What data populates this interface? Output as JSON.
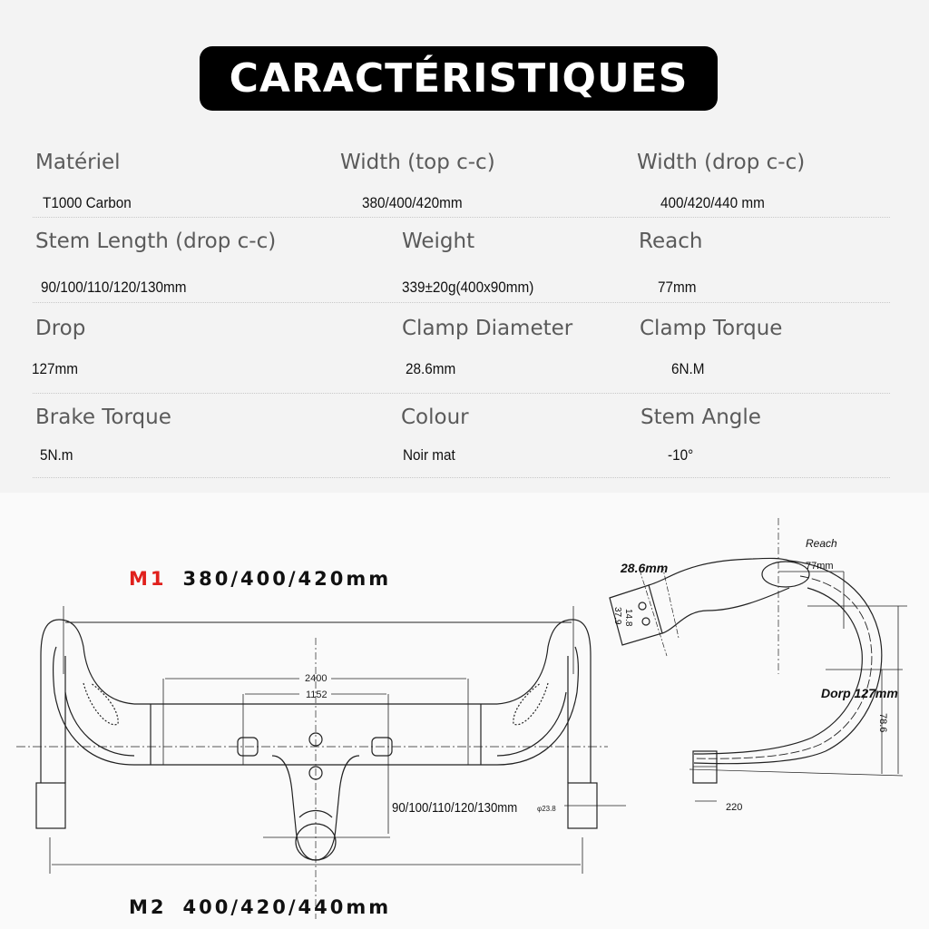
{
  "header": {
    "title": "CARACTÉRISTIQUES"
  },
  "specs": {
    "rows": [
      [
        {
          "label": "Matériel",
          "value": "T1000   Carbon"
        },
        {
          "label": "Width (top c-c)",
          "value": "380/400/420mm"
        },
        {
          "label": "Width (drop c-c)",
          "value": "400/420/440  mm"
        }
      ],
      [
        {
          "label": "Stem Length (drop c-c)",
          "value": "90/100/110/120/130mm"
        },
        {
          "label": "Weight",
          "value": "339±20g(400x90mm)"
        },
        {
          "label": "Reach",
          "value": "77mm"
        }
      ],
      [
        {
          "label": "Drop",
          "value": "127mm"
        },
        {
          "label": "Clamp Diameter",
          "value": "28.6mm"
        },
        {
          "label": "Clamp Torque",
          "value": "6N.M"
        }
      ],
      [
        {
          "label": "Brake Torque",
          "value": "5N.m"
        },
        {
          "label": "Colour",
          "value": "Noir mat"
        },
        {
          "label": "Stem  Angle",
          "value": "-10°"
        }
      ]
    ]
  },
  "drawing": {
    "front_view": {
      "m1": {
        "tag": "M1",
        "sizes": "380/400/420mm",
        "tag_color": "#e0201c"
      },
      "m2": {
        "tag": "M2",
        "sizes": "400/420/440mm"
      },
      "dim_outer": "2400",
      "dim_inner": "1152",
      "stem_lengths": "90/100/110/120/130mm",
      "bar_diameter": "φ23.8"
    },
    "side_view": {
      "clamp": "28.6mm",
      "reach_label": "Reach",
      "reach_value": "77mm",
      "drop_label": "Dorp 127mm",
      "dim_78": "78.6",
      "dim_220": "220",
      "dim_14": "14.8",
      "dim_37": "37.9"
    }
  }
}
